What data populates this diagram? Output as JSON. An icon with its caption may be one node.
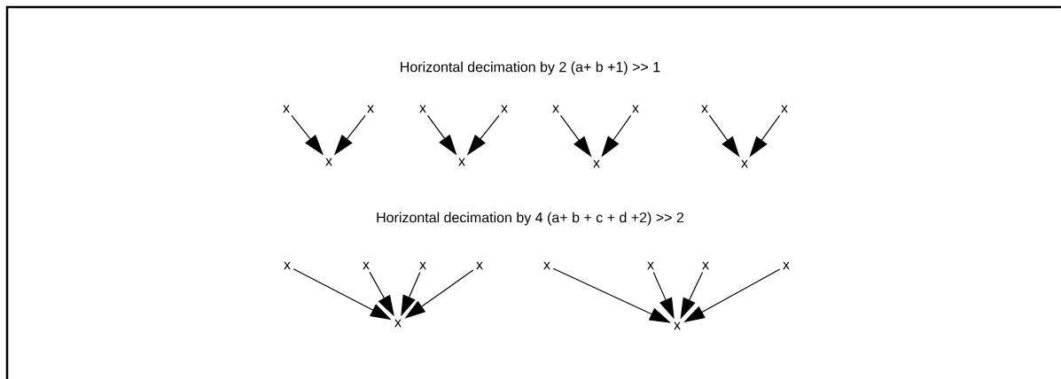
{
  "diagram": {
    "nodes": [
      {
        "text": [
          "x"
        ]
      },
      {
        "text": [
          "x"
        ]
      },
      {
        "text": [
          "x"
        ]
      },
      {
        "text": [
          "x"
        ]
      },
      {
        "text": [
          "x"
        ]
      },
      {
        "text": [
          "x"
        ]
      },
      {
        "text": [
          "x"
        ]
      },
      {
        "text": [
          "x"
        ]
      },
      {
        "text": [
          "x"
        ]
      },
      {
        "text": [
          "x"
        ]
      },
      {
        "text": [
          "x"
        ]
      },
      {
        "text": [
          "x"
        ]
      },
      {
        "text": [
          "x"
        ]
      },
      {
        "text": [
          "x"
        ]
      },
      {
        "text": [
          "x"
        ]
      },
      {
        "text": [
          "x"
        ]
      },
      {
        "text": [
          "x"
        ]
      },
      {
        "text": [
          "x"
        ]
      },
      {
        "text": [
          "x"
        ]
      },
      {
        "text": [
          "x"
        ]
      },
      {
        "text": [
          "x"
        ]
      },
      {
        "text": [
          "x"
        ]
      }
    ],
    "edges": [
      {
        "from": 0,
        "to": 2,
        "arrow": "to"
      },
      {
        "from": 1,
        "to": 2,
        "arrow": "to"
      },
      {
        "from": 3,
        "to": 5,
        "arrow": "to"
      },
      {
        "from": 4,
        "to": 5,
        "arrow": "to"
      },
      {
        "from": 6,
        "to": 8,
        "arrow": "to"
      },
      {
        "from": 7,
        "to": 8,
        "arrow": "to"
      },
      {
        "from": 9,
        "to": 11,
        "arrow": "to"
      },
      {
        "from": 10,
        "to": 11,
        "arrow": "to"
      },
      {
        "from": 12,
        "to": 16,
        "arrow": "to"
      },
      {
        "from": 13,
        "to": 16,
        "arrow": "to"
      },
      {
        "from": 14,
        "to": 16,
        "arrow": "to"
      },
      {
        "from": 15,
        "to": 16,
        "arrow": "to"
      },
      {
        "from": 17,
        "to": 21,
        "arrow": "to"
      },
      {
        "from": 18,
        "to": 21,
        "arrow": "to"
      },
      {
        "from": 19,
        "to": 21,
        "arrow": "to"
      },
      {
        "from": 20,
        "to": 21,
        "arrow": "to"
      }
    ],
    "labels": [
      "Horizontal decimation by 2 (a+ b +1) >> 1",
      "Horizontal decimation by 4 (a+ b + c + d +2) >> 2"
    ]
  }
}
